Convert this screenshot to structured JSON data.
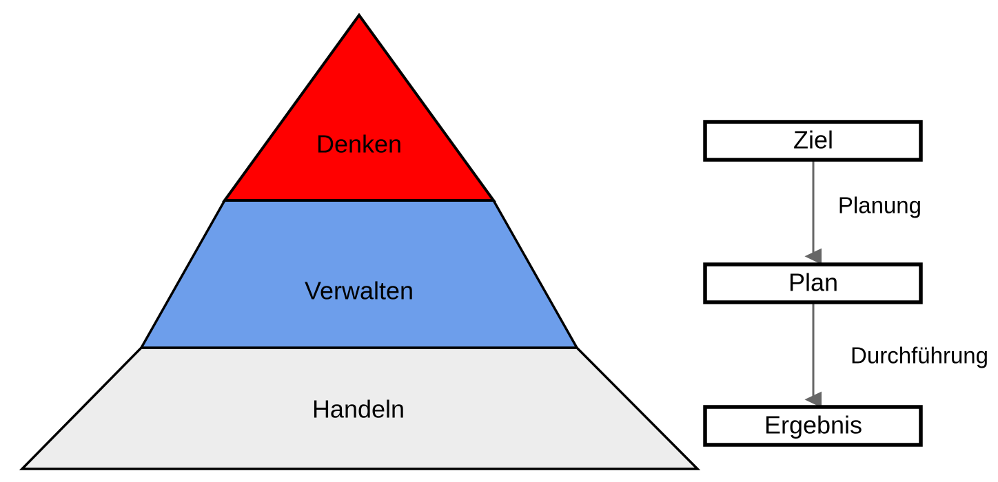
{
  "diagram": {
    "title": "Denken Verwalten Handeln Pyramide mit Ziel Plan Ergebnis Ablauf",
    "background_color": "#FFFFFF",
    "outline_color": "#000000"
  },
  "pyramid": {
    "name": "three-tier-pyramid",
    "tiers": [
      {
        "id": "top",
        "label": "Denken",
        "fill": "#FF0000",
        "text_color": "#000000"
      },
      {
        "id": "middle",
        "label": "Verwalten",
        "fill": "#6D9EEB",
        "text_color": "#000000"
      },
      {
        "id": "bottom",
        "label": "Handeln",
        "fill": "#EDEDED",
        "text_color": "#000000"
      }
    ]
  },
  "flow": {
    "name": "ziel-plan-ergebnis-flow",
    "nodes": [
      {
        "id": "ziel",
        "label": "Ziel",
        "fill": "#FFFFFF",
        "border": "#000000"
      },
      {
        "id": "plan",
        "label": "Plan",
        "fill": "#FFFFFF",
        "border": "#000000"
      },
      {
        "id": "ergebnis",
        "label": "Ergebnis",
        "fill": "#FFFFFF",
        "border": "#000000"
      }
    ],
    "edges": [
      {
        "id": "ziel-to-plan",
        "label": "Planung",
        "from": "ziel",
        "to": "plan",
        "color": "#666666"
      },
      {
        "id": "plan-to-ergebnis",
        "label": "Durchführung",
        "from": "plan",
        "to": "ergebnis",
        "color": "#666666"
      }
    ]
  }
}
